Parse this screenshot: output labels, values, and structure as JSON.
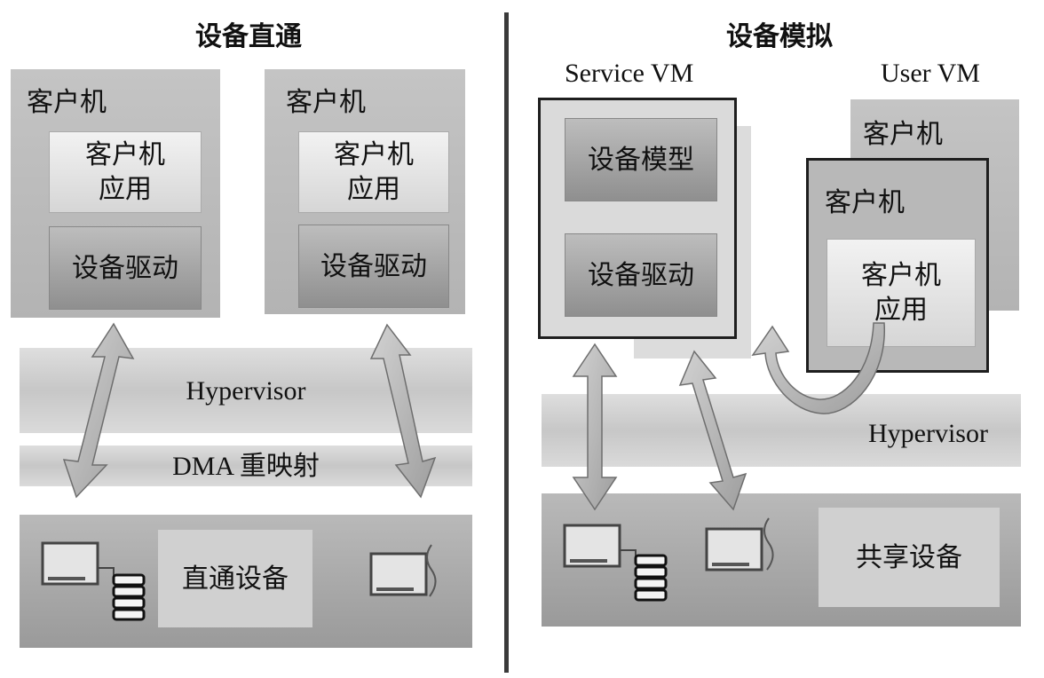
{
  "left": {
    "title": "设备直通",
    "guest_a": {
      "title": "客户机",
      "app": "客户机\n应用",
      "driver": "设备驱动"
    },
    "guest_b": {
      "title": "客户机",
      "app": "客户机\n应用",
      "driver": "设备驱动"
    },
    "hypervisor": "Hypervisor",
    "dma": "DMA 重映射",
    "device": "直通设备"
  },
  "right": {
    "title": "设备模拟",
    "service_vm_label": "Service VM",
    "user_vm_label": "User VM",
    "device_model": "设备模型",
    "driver": "设备驱动",
    "user_guest_back": "客户机",
    "user_guest_front": "客户机",
    "user_app": "客户机\n应用",
    "hypervisor": "Hypervisor",
    "device": "共享设备"
  },
  "colors": {
    "divider": "#3a3a3a",
    "arrow": "#b5b5b5",
    "arrow_edge": "#6e6e6e"
  }
}
